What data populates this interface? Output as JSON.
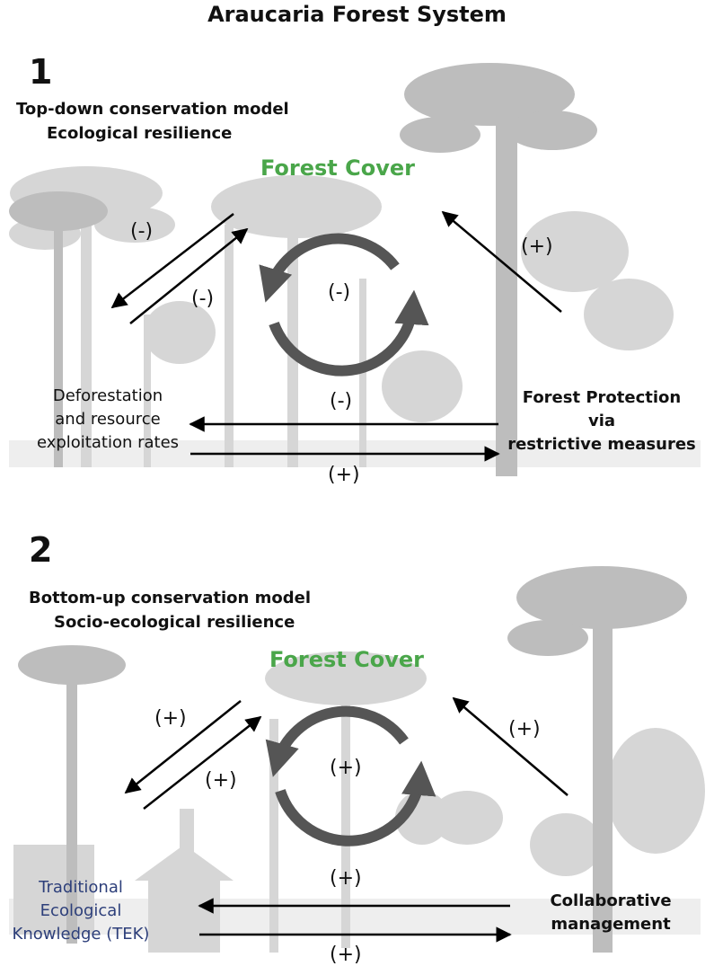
{
  "title": "Araucaria Forest System",
  "panel1": {
    "number": "1",
    "model_line1": "Top-down conservation model",
    "model_line2": "Ecological resilience",
    "forest_cover": "Forest Cover",
    "sign_left_upper": "(-)",
    "sign_left_lower": "(-)",
    "sign_cycle": "(-)",
    "sign_right": "(+)",
    "sign_horizontal_top": "(-)",
    "sign_horizontal_bottom": "(+)",
    "left_label": [
      "Deforestation",
      "and resource",
      "exploitation rates"
    ],
    "right_label": [
      "Forest Protection",
      "via",
      "restrictive measures"
    ]
  },
  "panel2": {
    "number": "2",
    "model_line1": "Bottom-up conservation model",
    "model_line2": "Socio-ecological resilience",
    "forest_cover": "Forest Cover",
    "sign_left_upper": "(+)",
    "sign_left_lower": "(+)",
    "sign_cycle": "(+)",
    "sign_right": "(+)",
    "sign_horizontal_top": "(+)",
    "sign_horizontal_bottom": "(+)",
    "left_label": [
      "Traditional",
      "Ecological",
      "Knowledge (TEK)"
    ],
    "right_label": [
      "Collaborative",
      "management"
    ]
  },
  "colors": {
    "forest_cover": "#4aa64a",
    "tek_label": "#2d3f7a",
    "tree_silhouette": "#bdbdbd",
    "cycle_arrow": "#555555"
  }
}
